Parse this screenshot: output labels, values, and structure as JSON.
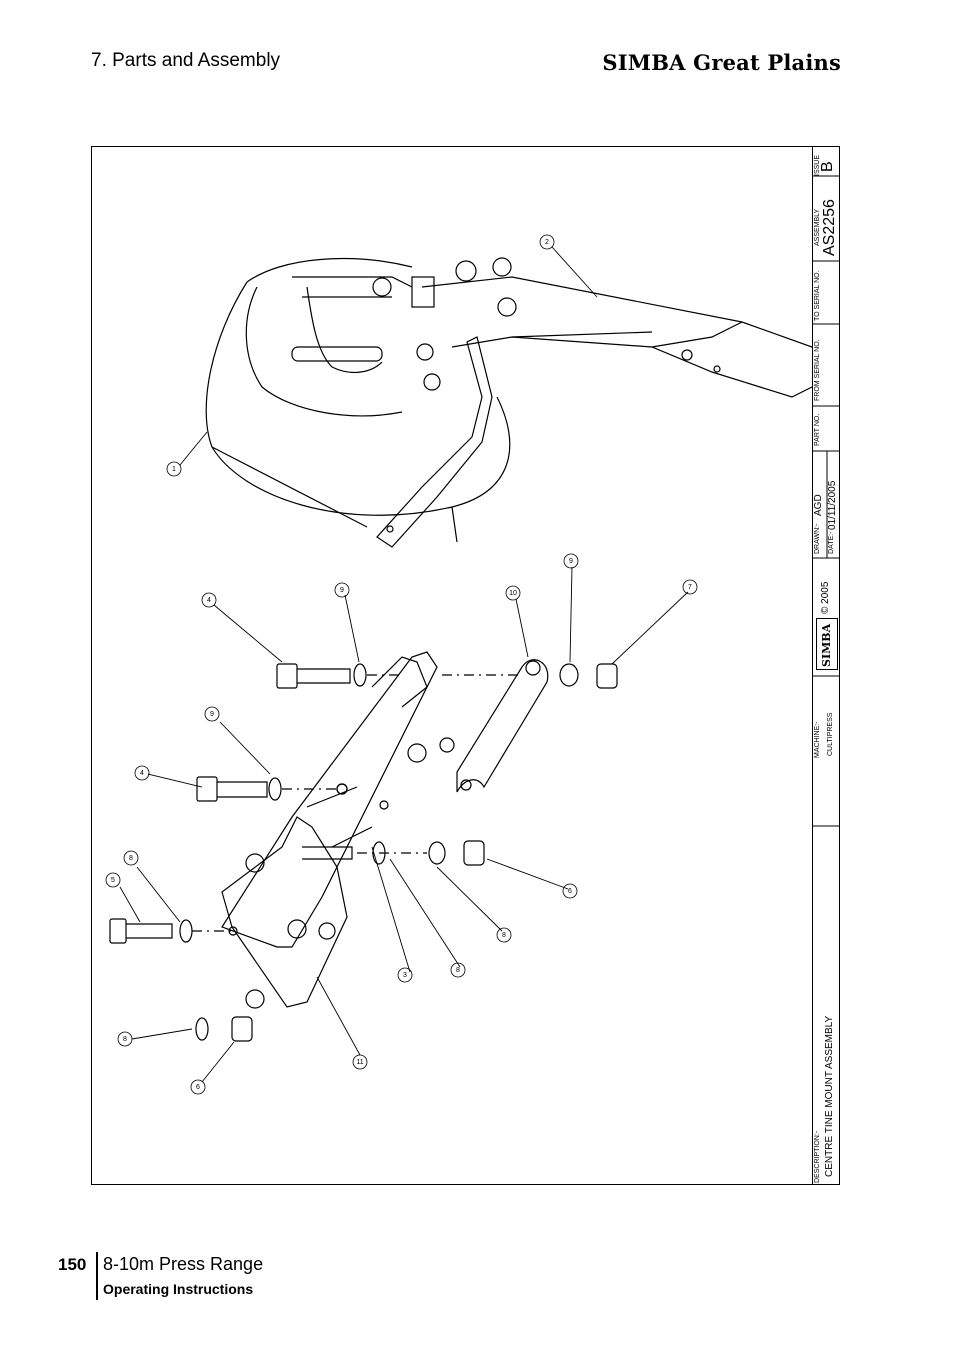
{
  "header": {
    "section": "7. Parts and Assembly",
    "brand": "SIMBA Great Plains"
  },
  "title_block": {
    "issue_label": "ISSUE",
    "issue_value": "B",
    "assembly_label": "ASSEMBLY",
    "assembly_value": "AS2256",
    "to_serial_label": "TO SERIAL NO.",
    "from_serial_label": "FROM SERIAL NO.",
    "part_no_label": "PART NO.",
    "drawn_label": "DRAWN:-",
    "drawn_value": "AGD",
    "date_label": "DATE:-",
    "date_value": "01/11/2005",
    "copyright": "© 2005",
    "logo_text": "SIMBA",
    "machine_label": "MACHINE:-",
    "machine_value": "CULTIPRESS",
    "description_label": "DESCRIPTION:-",
    "description_value": "CENTRE TINE MOUNT ASSEMBLY"
  },
  "callouts": [
    "1",
    "2",
    "4",
    "9",
    "9",
    "10",
    "9",
    "7",
    "4",
    "8",
    "5",
    "3",
    "8",
    "6",
    "8",
    "8",
    "11",
    "6"
  ],
  "footer": {
    "page_number": "150",
    "product": "8-10m Press Range",
    "doc_type": "Operating Instructions"
  }
}
